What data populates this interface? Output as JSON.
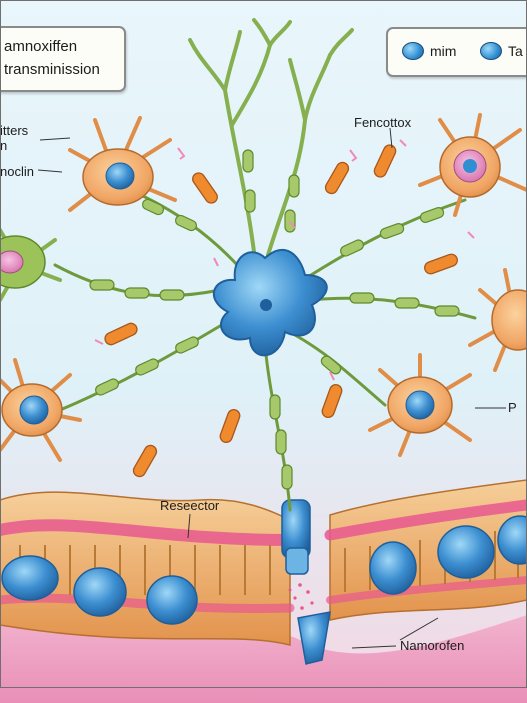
{
  "title": {
    "line1": "amnoxiffen",
    "line2": "transminission"
  },
  "legend": {
    "item1_label": "mim",
    "item2_label": "Ta"
  },
  "labels": {
    "transmitters_line1": "itters",
    "transmitters_line2": "n",
    "noclin": "noclin",
    "fencottox": "Fencottox",
    "receptor": "Reseector",
    "pathway": "P",
    "namorofen": "Namorofen"
  },
  "colors": {
    "central_neuron": "#3d8fd1",
    "astrocyte": "#f0a564",
    "axon": "#86b04f",
    "vesicle": "#f08a2f",
    "membrane_lipid": "#e9a25f",
    "membrane_head": "#e8588f",
    "receptor": "#3a8fd3"
  }
}
